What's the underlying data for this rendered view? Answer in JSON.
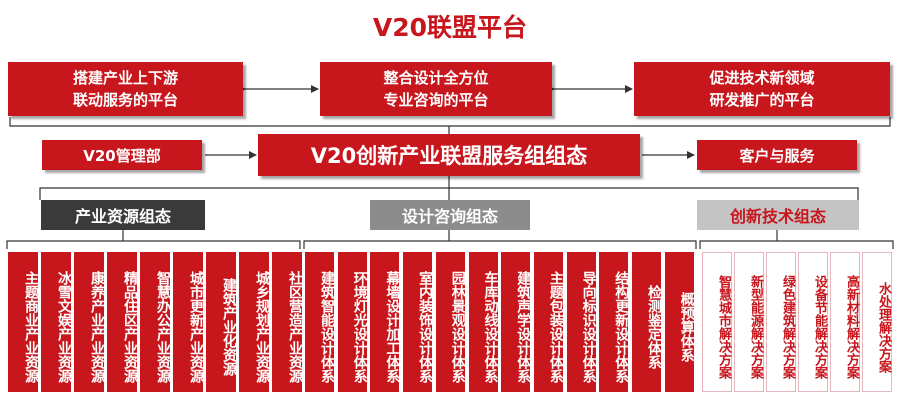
{
  "title": "V20联盟平台",
  "top_boxes": [
    {
      "line1": "搭建产业上下游",
      "line2": "联动服务的平台"
    },
    {
      "line1": "整合设计全方位",
      "line2": "专业咨询的平台"
    },
    {
      "line1": "促进技术新领域",
      "line2": "研发推广的平台"
    }
  ],
  "left_box": "V20管理部",
  "center_box": "V20创新产业联盟服务组组态",
  "right_box": "客户与服务",
  "categories": [
    {
      "label": "产业资源组态",
      "color": "#3a3a3a",
      "text_color": "#ffffff"
    },
    {
      "label": "设计咨询组态",
      "color": "#8c8c8c",
      "text_color": "#ffffff"
    },
    {
      "label": "创新技术组态",
      "color": "#c4c4c4",
      "text_color": "#c8161d"
    }
  ],
  "group1": [
    "主题商业产业资源",
    "冰雪文娱产业资源",
    "康养产业产业资源",
    "精品住区产业资源",
    "智慧办公产业资源",
    "城市更新产业资源",
    "建筑产业化资源",
    "城乡规划产业资源",
    "社区营造产业资源"
  ],
  "group2": [
    "建筑智能设计体系",
    "环境灯光设计体系",
    "幕墙设计加工体系",
    "室内装饰设计体系",
    "园林景观设计体系",
    "车库动线设计体系",
    "建筑声学设计体系",
    "主题包装设计体系",
    "导向标识设计体系",
    "结构更新设计体系",
    "检测鉴定体系",
    "概预算体系"
  ],
  "group3": [
    "智慧城市解决方案",
    "新型能源解决方案",
    "绿色建筑解决方案",
    "设备节能解决方案",
    "高新材料解决方案",
    "水处理解决方案"
  ]
}
